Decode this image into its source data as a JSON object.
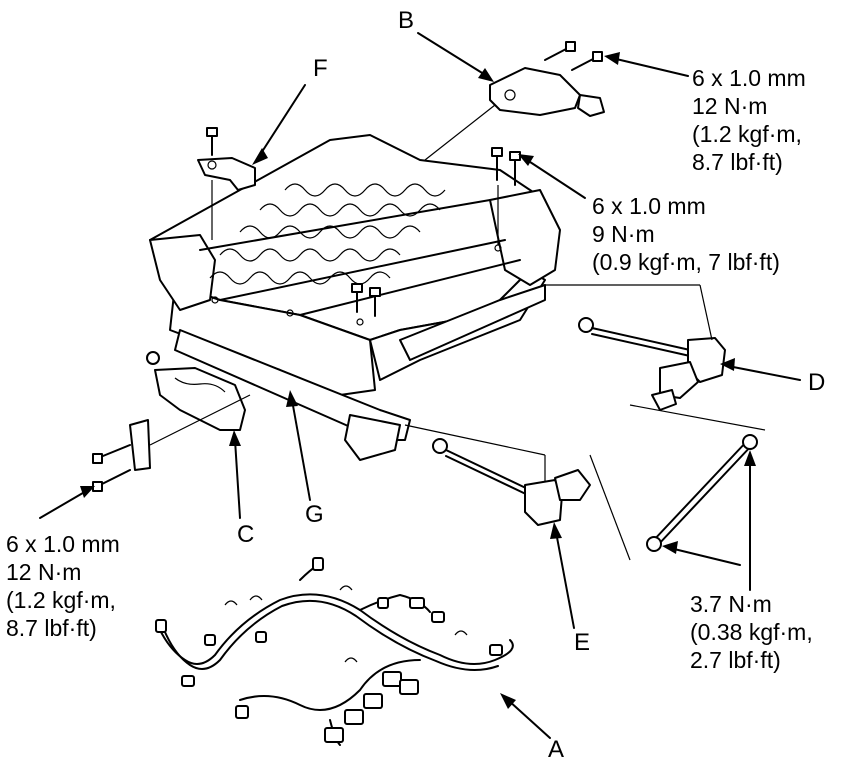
{
  "callouts": {
    "a": "A",
    "b": "B",
    "c": "C",
    "d": "D",
    "e": "E",
    "f": "F",
    "g": "G"
  },
  "specs": {
    "b_bolt": [
      "6 x 1.0 mm",
      "12 N·m",
      "(1.2 kgf·m,",
      "8.7 lbf·ft)"
    ],
    "frame_bolt": [
      "6 x 1.0 mm",
      "9 N·m",
      "(0.9 kgf·m, 7 lbf·ft)"
    ],
    "c_bolt": [
      "6 x 1.0 mm",
      "12 N·m",
      "(1.2 kgf·m,",
      "8.7 lbf·ft)"
    ],
    "cable_nut": [
      "3.7 N·m",
      "(0.38 kgf·m,",
      "2.7 lbf·ft)"
    ]
  }
}
